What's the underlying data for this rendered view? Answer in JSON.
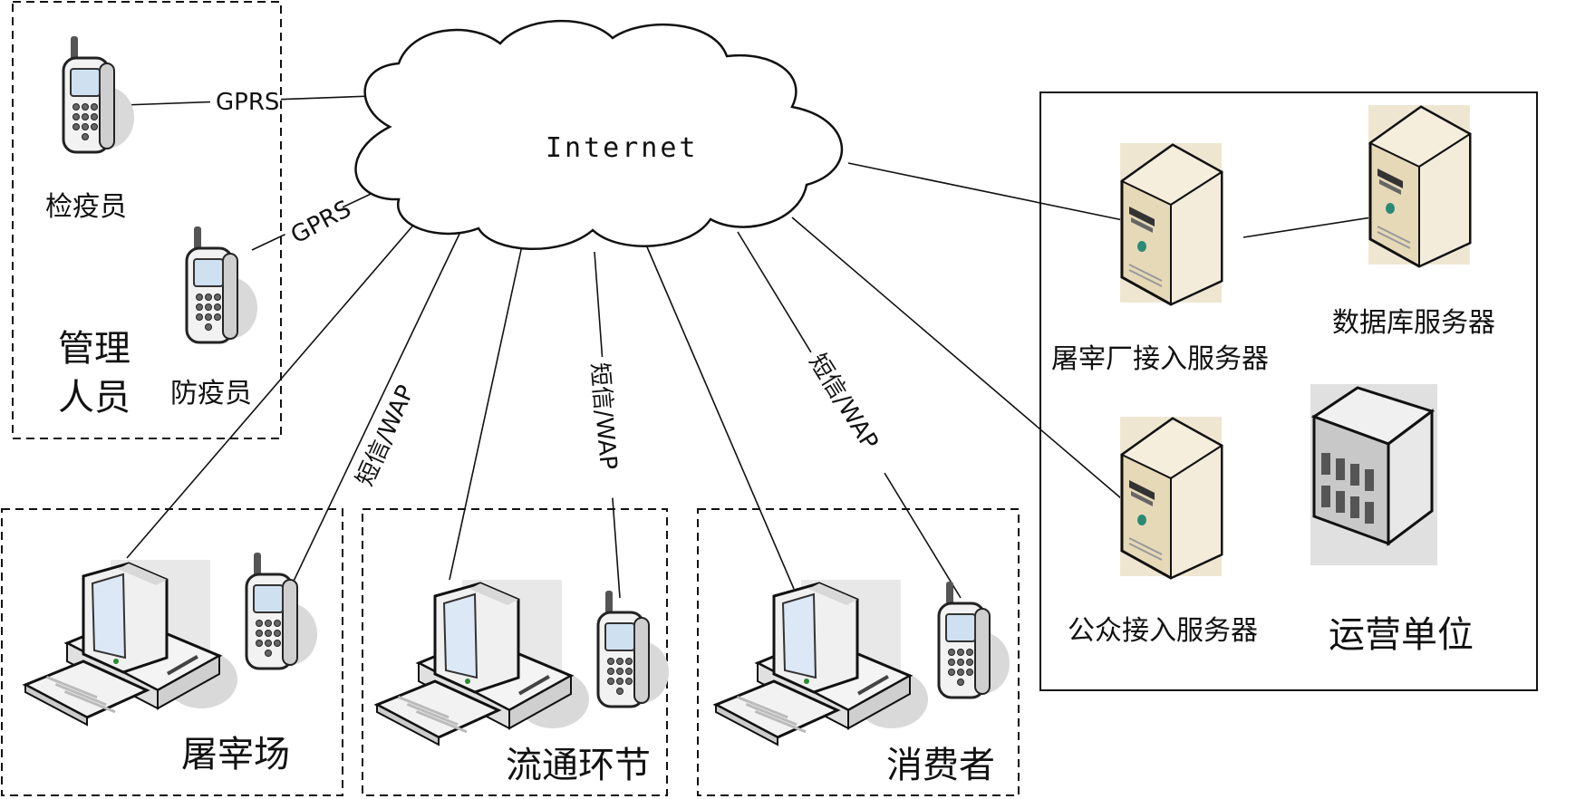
{
  "cloud": {
    "label": "Internet"
  },
  "groups": {
    "management": {
      "label_line1": "管理",
      "label_line2": "人员"
    },
    "slaughterhouse": {
      "label": "屠宰场"
    },
    "circulation": {
      "label": "流通环节"
    },
    "consumer": {
      "label": "消费者"
    },
    "operator": {
      "label": "运营单位"
    }
  },
  "devices": {
    "inspector": {
      "label": "检疫员"
    },
    "prevention": {
      "label": "防疫员"
    },
    "slaughter_server": {
      "label": "屠宰厂接入服务器"
    },
    "db_server": {
      "label": "数据库服务器"
    },
    "public_server": {
      "label": "公众接入服务器"
    }
  },
  "links": {
    "gprs_1": "GPRS",
    "gprs_2": "GPRS",
    "sms_wap_1": "短信/WAP",
    "sms_wap_2": "短信/WAP",
    "sms_wap_3": "短信/WAP"
  }
}
